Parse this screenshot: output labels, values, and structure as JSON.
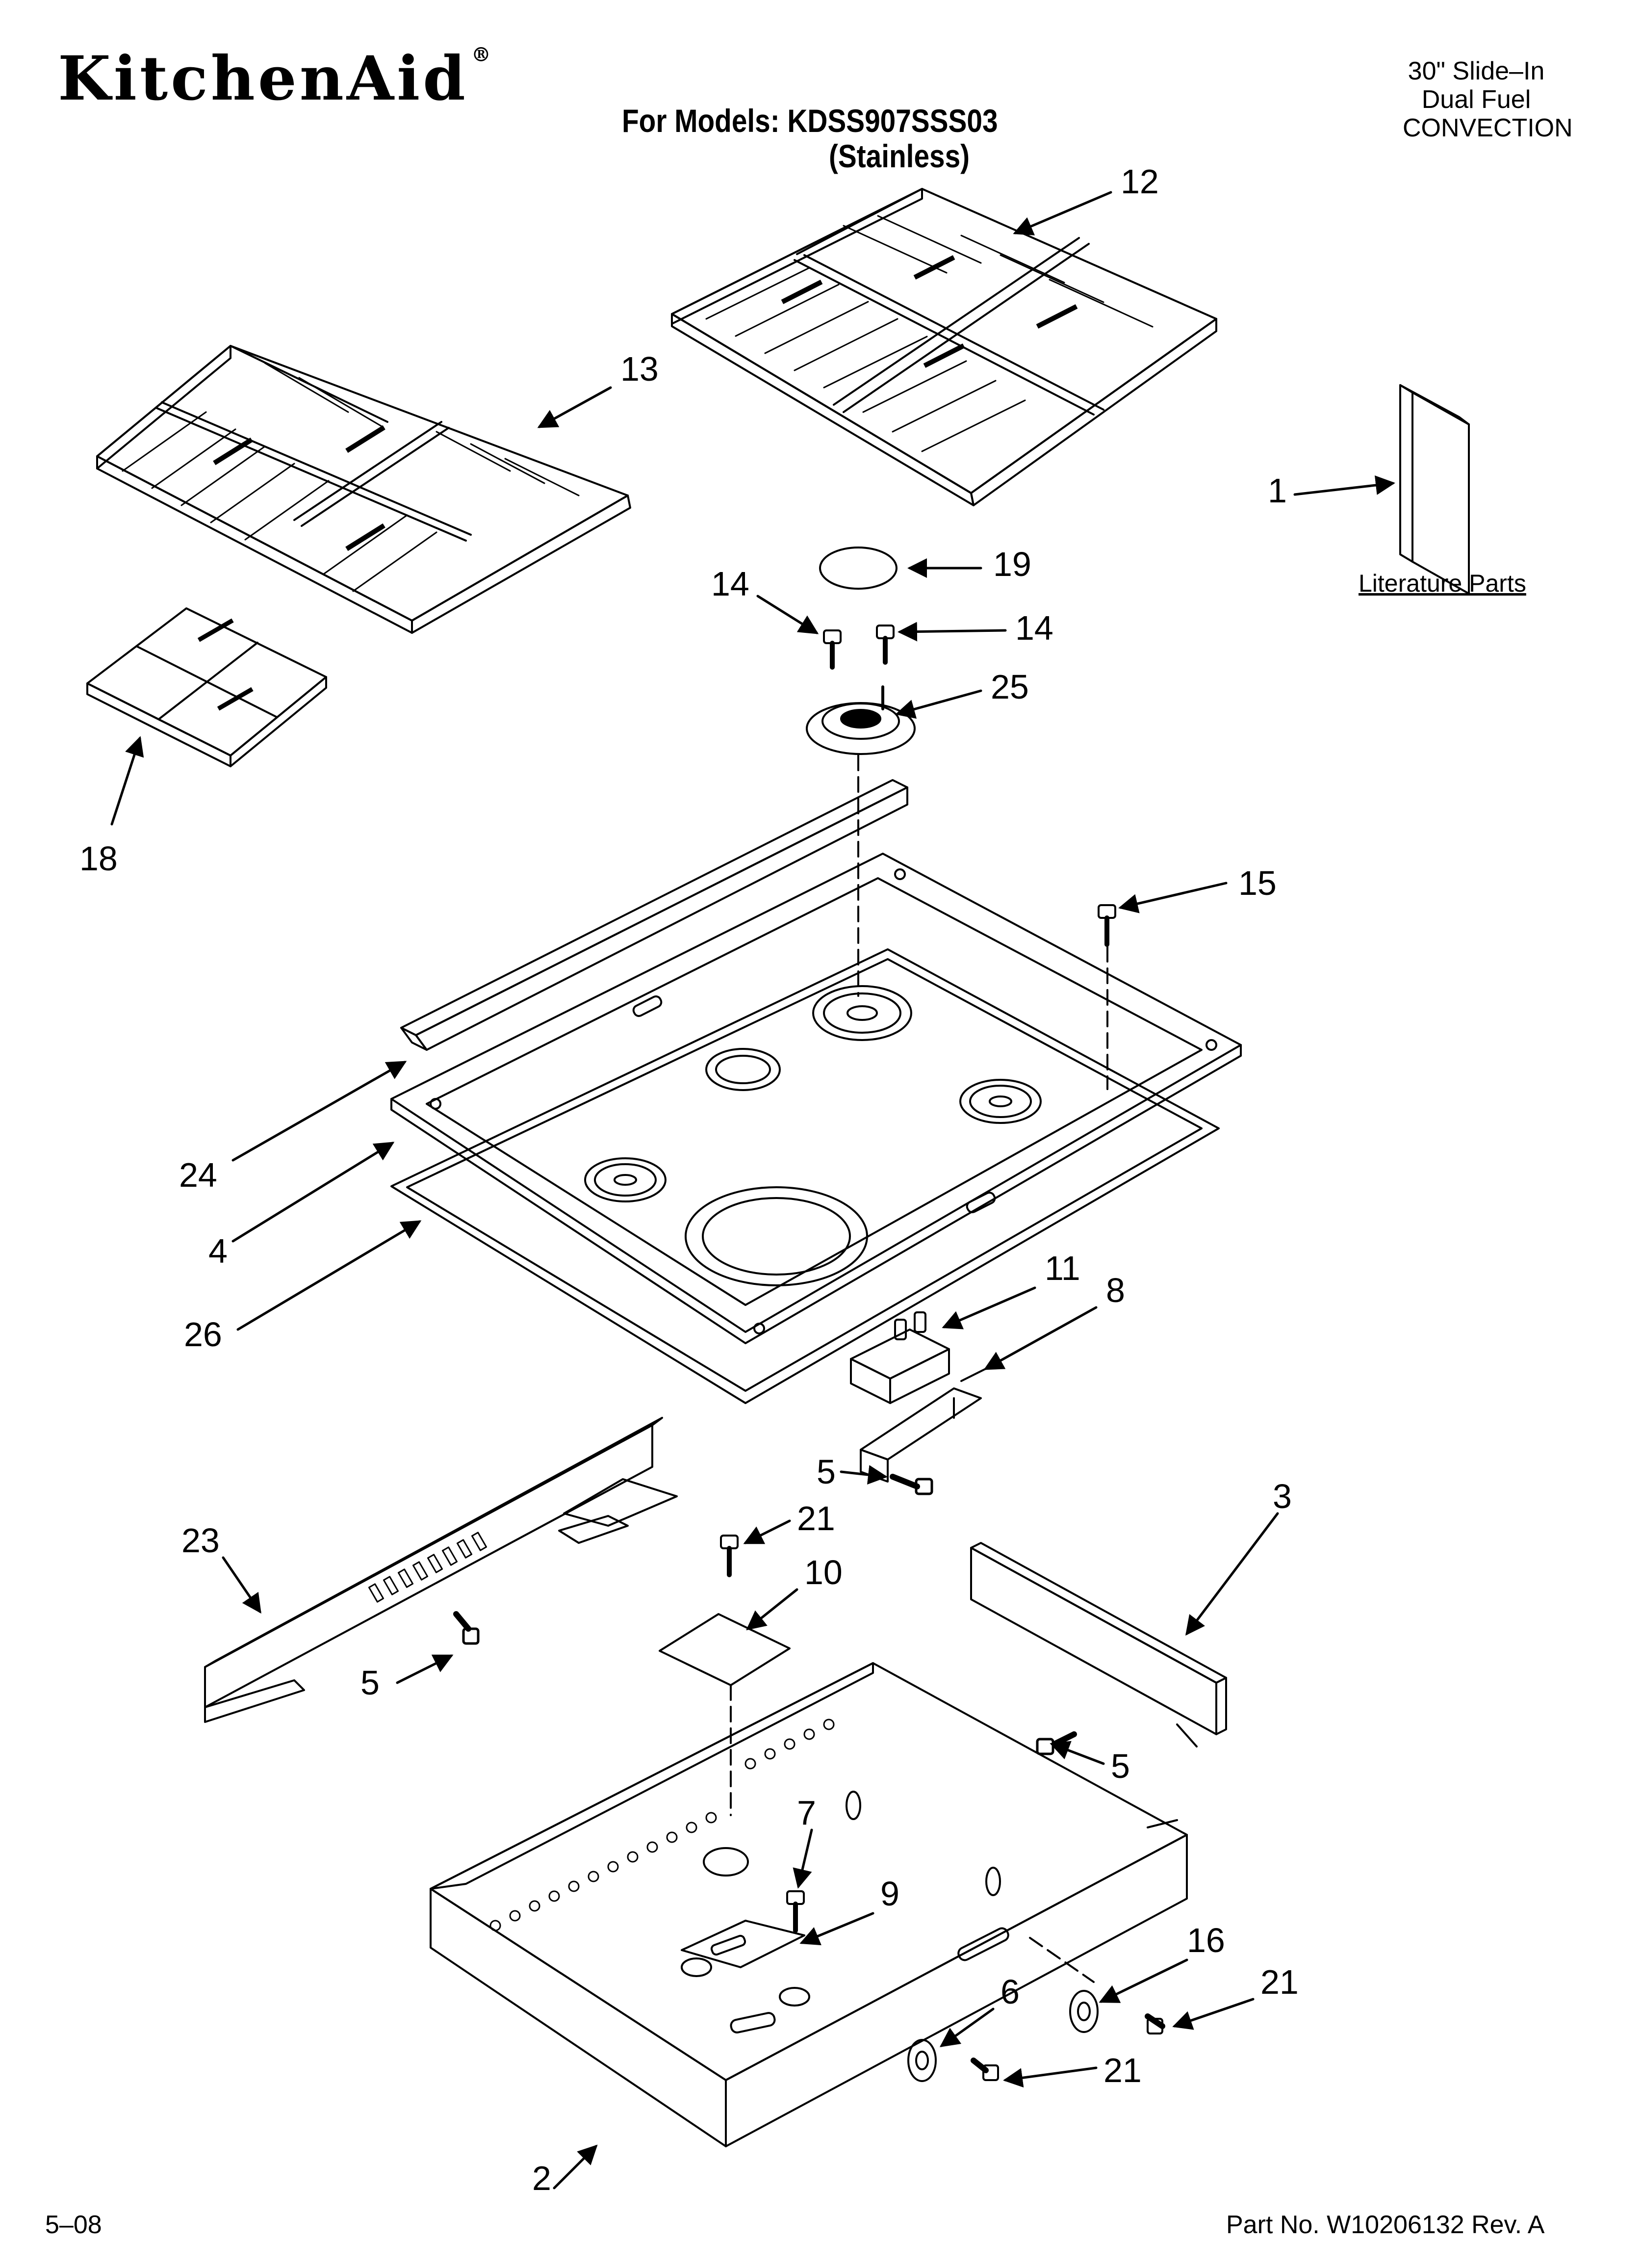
{
  "brand": {
    "name": "KitchenAid",
    "mark": "®"
  },
  "header": {
    "models_line": "For Models: KDSS907SSS03",
    "finish": "(Stainless)",
    "product_lines": [
      "30\" Slide–In",
      "Dual Fuel",
      "CONVECTION"
    ]
  },
  "literature_label": "Literature Parts",
  "footer": {
    "date": "5–08",
    "part_number": "Part No. W10206132 Rev. A"
  },
  "callouts": [
    "12",
    "13",
    "1",
    "19",
    "14",
    "14",
    "25",
    "18",
    "15",
    "24",
    "4",
    "26",
    "11",
    "8",
    "5",
    "21",
    "10",
    "3",
    "23",
    "5",
    "5",
    "7",
    "9",
    "16",
    "21",
    "6",
    "21",
    "2"
  ]
}
